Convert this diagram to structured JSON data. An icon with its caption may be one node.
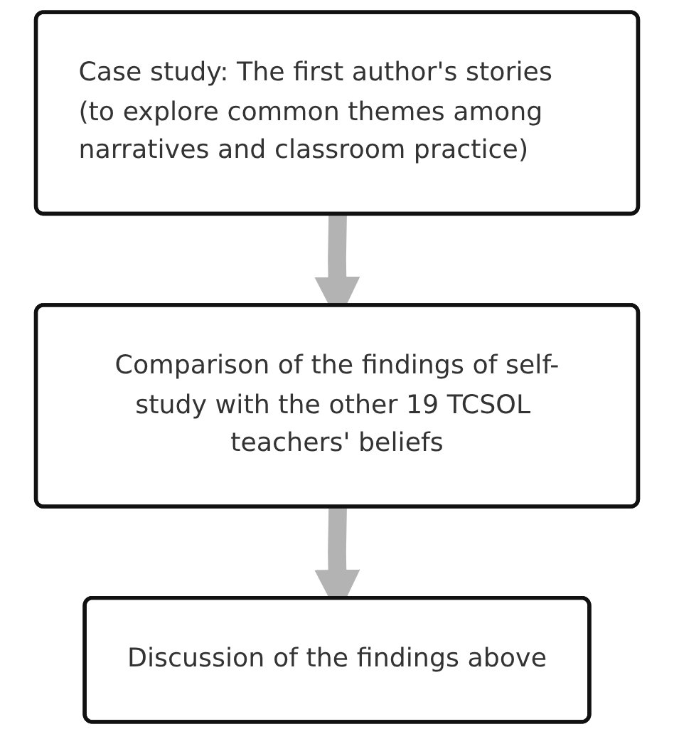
{
  "diagram": {
    "nodes": [
      {
        "text": [
          "Case study: The first author's stories",
          "(to explore common themes among narratives and classroom practice)"
        ]
      },
      {
        "text": [
          "Comparison of the findings of self-study with the other 19 TCSOL teachers' beliefs"
        ]
      },
      {
        "text": [
          "Discussion of the findings above"
        ]
      }
    ],
    "edges": [
      {
        "from": 0,
        "to": 1,
        "arrow": "to"
      },
      {
        "from": 1,
        "to": 2,
        "arrow": "to"
      }
    ]
  }
}
